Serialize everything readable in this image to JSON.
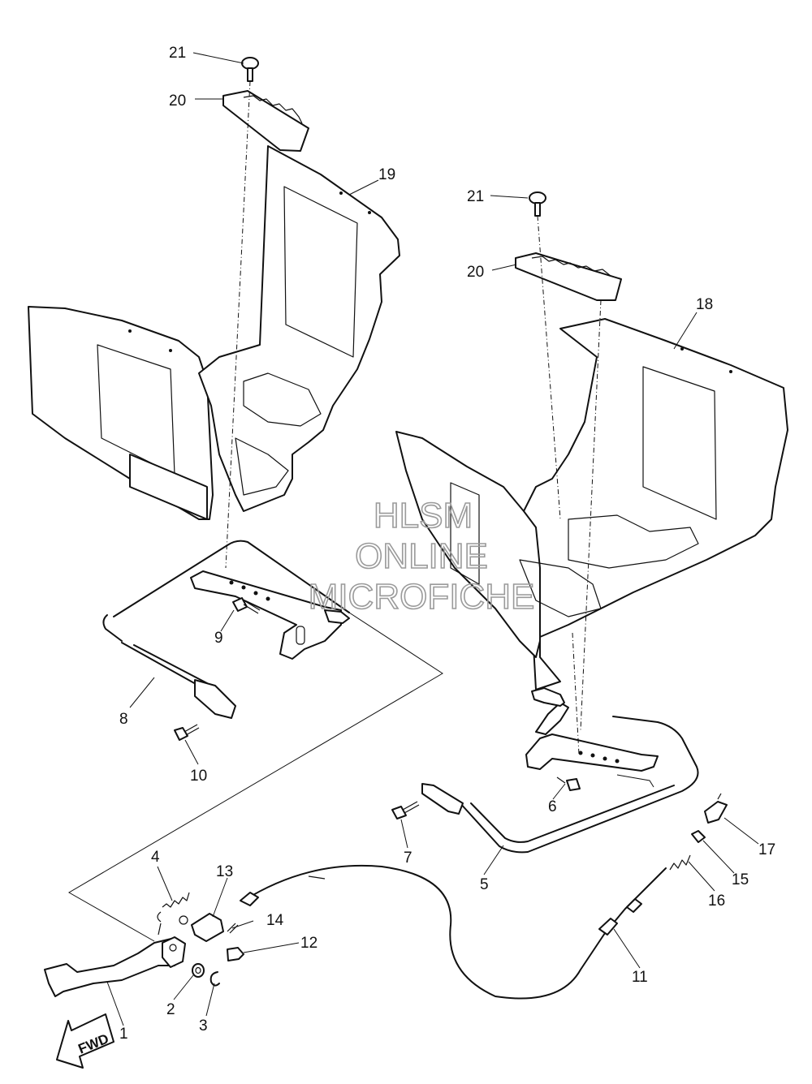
{
  "watermark": {
    "line1": "HLSM",
    "line2": "ONLINE",
    "line3": "MICROFICHE"
  },
  "fwd_label": "FWD",
  "labels": {
    "l21a": "21",
    "l20a": "20",
    "l19": "19",
    "l21b": "21",
    "l20b": "20",
    "l18": "18",
    "l9": "9",
    "l8": "8",
    "l10": "10",
    "l6": "6",
    "l7": "7",
    "l5": "5",
    "l17": "17",
    "l15": "15",
    "l16": "16",
    "l11": "11",
    "l4": "4",
    "l13": "13",
    "l14": "14",
    "l12": "12",
    "l2": "2",
    "l3": "3",
    "l1": "1"
  }
}
